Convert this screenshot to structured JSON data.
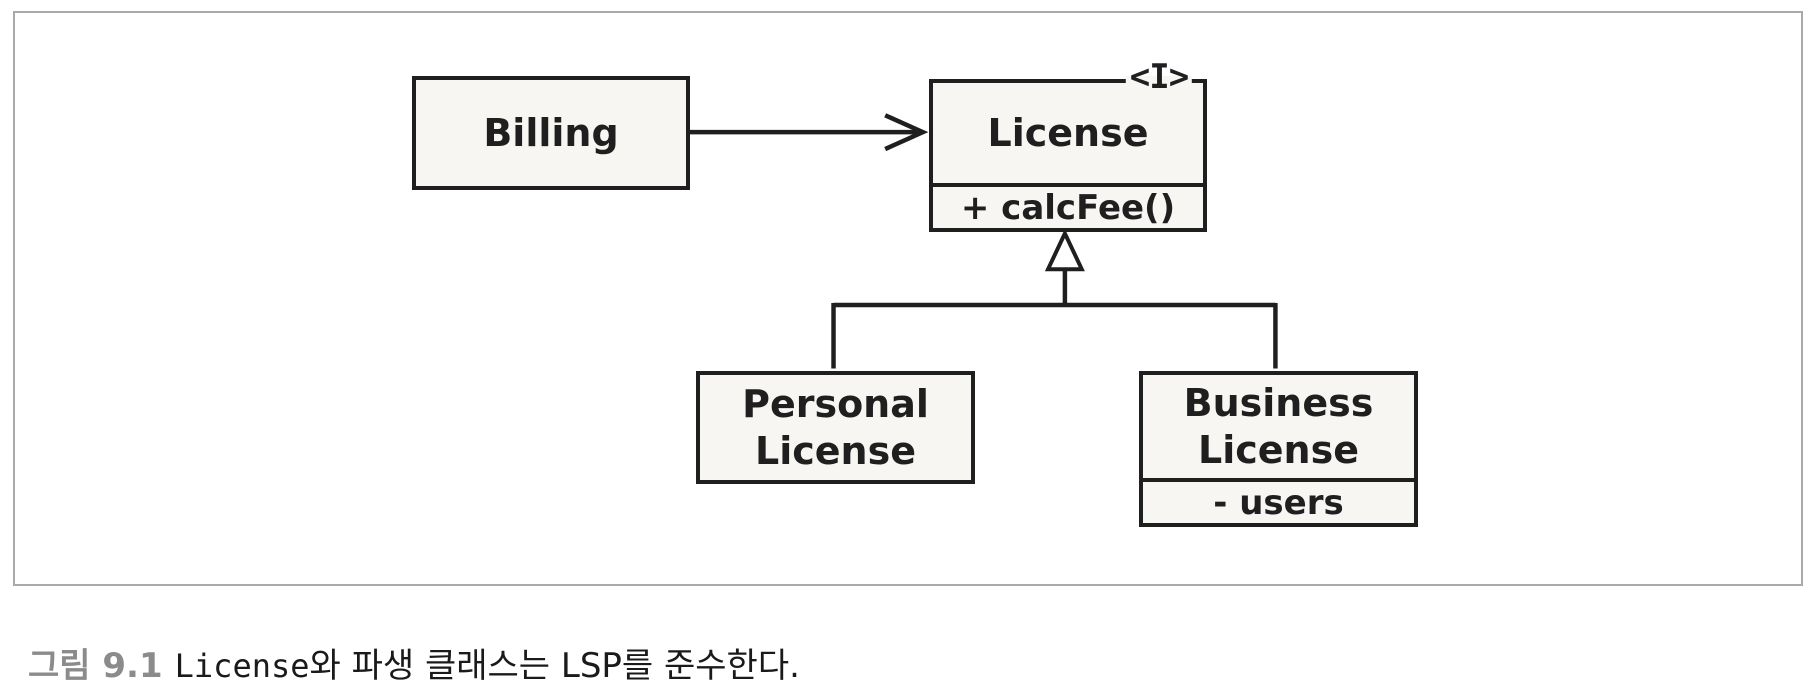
{
  "figure": {
    "caption": {
      "label": "그림 9.1",
      "code": "License",
      "rest": "와 파생 클래스는 LSP를 준수한다."
    }
  },
  "diagram": {
    "classes": [
      {
        "name": "Billing"
      },
      {
        "name": "License",
        "stereotype": "<I>",
        "members": [
          "+ calcFee()"
        ]
      },
      {
        "name": "Personal License",
        "name_line1": "Personal",
        "name_line2": "License"
      },
      {
        "name": "Business License",
        "name_line1": "Business",
        "name_line2": "License",
        "members": [
          "- users"
        ]
      }
    ],
    "relations": [
      {
        "type": "association-arrow",
        "from": "Billing",
        "to": "License"
      },
      {
        "type": "generalization",
        "from": "Personal License",
        "to": "License"
      },
      {
        "type": "generalization",
        "from": "Business License",
        "to": "License"
      }
    ],
    "colors": {
      "line": "#1f1f1f",
      "box_fill": "#f7f6f3",
      "frame_border": "#a9a9a9",
      "caption_label": "#8b8b8b",
      "caption_text": "#1a1a1a"
    }
  }
}
